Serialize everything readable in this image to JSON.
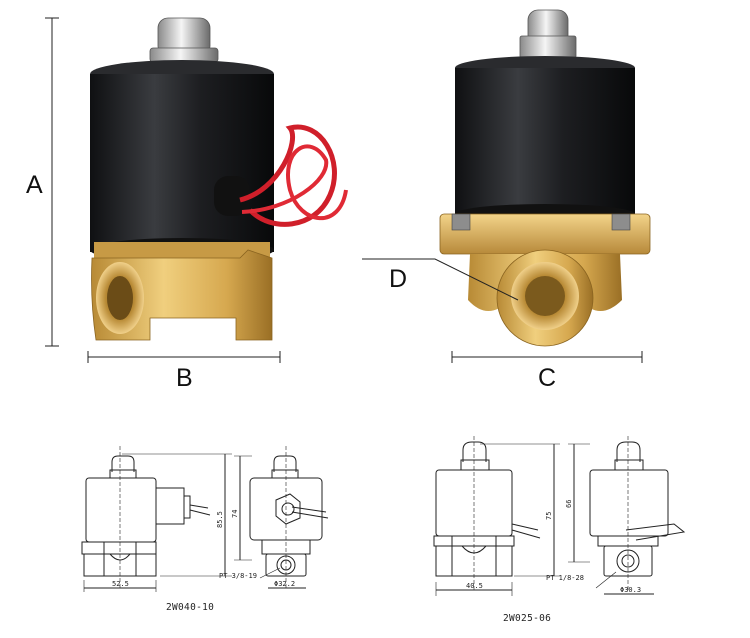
{
  "top_labels": {
    "a": "A",
    "b": "B",
    "c": "C",
    "d": "D"
  },
  "drawing_1": {
    "model": "2W040-10",
    "dims": {
      "height_total": "85.5",
      "height_body": "74",
      "width": "52.5",
      "thread": "PT 3/8-19",
      "diameter": "Φ32.2"
    }
  },
  "drawing_2": {
    "model": "2W025-06",
    "dims": {
      "height_total": "75",
      "height_body": "66",
      "width": "40.5",
      "thread": "PT 1/8-28",
      "diameter": "Φ30.3"
    }
  },
  "colors": {
    "coil": "#1c1d20",
    "brass": "#d9ad55",
    "wire": "#d01f2a",
    "line": "#222222"
  }
}
